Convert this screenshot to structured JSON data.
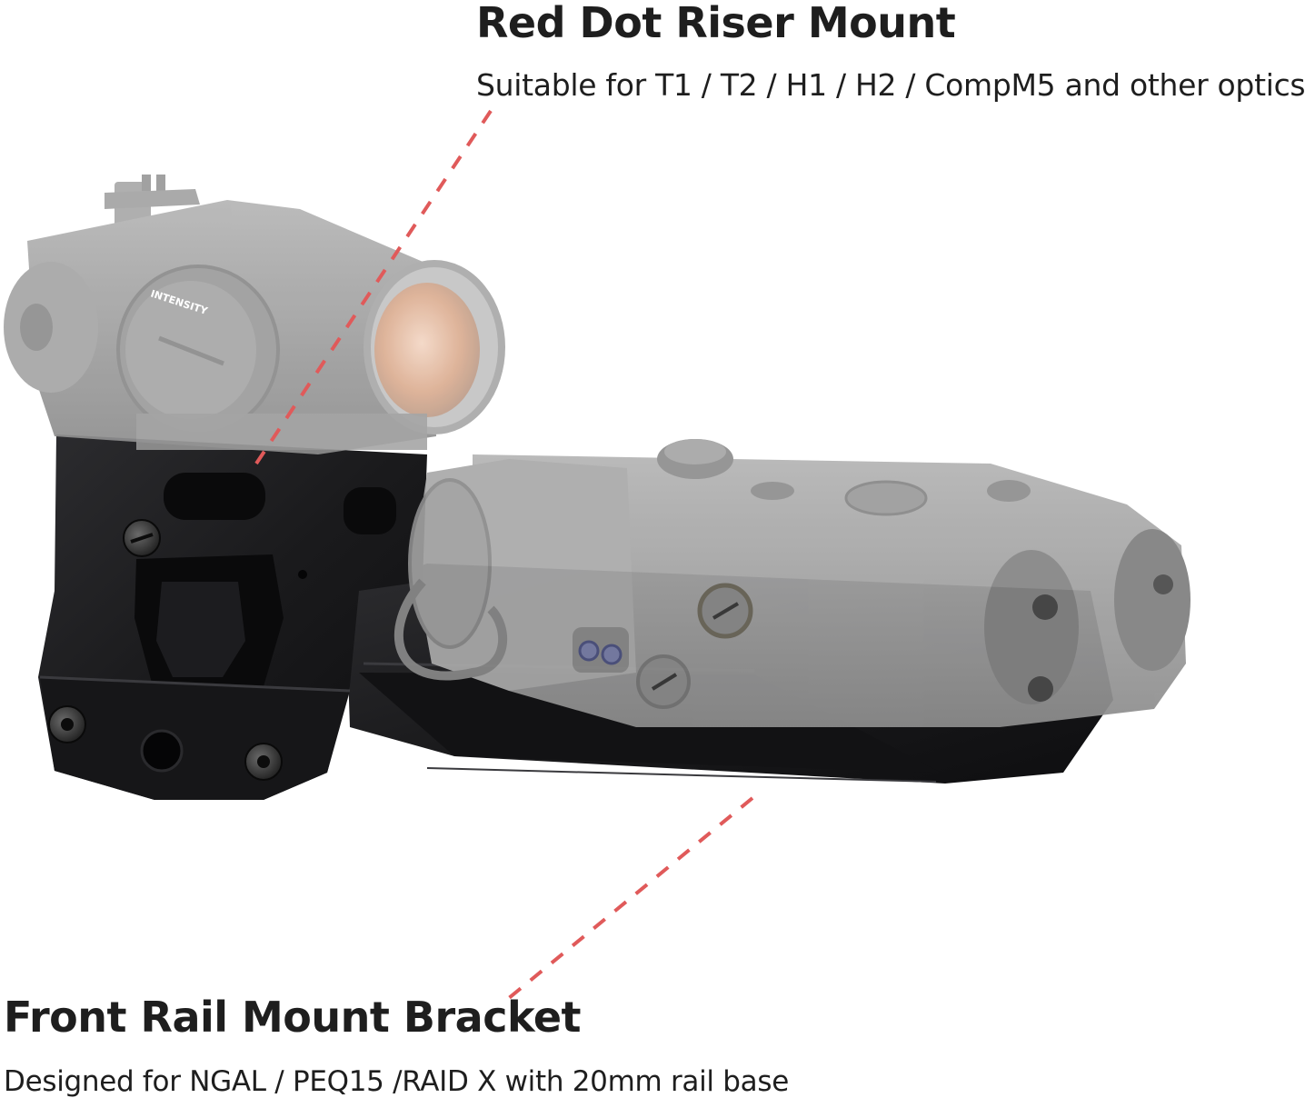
{
  "top_callout": {
    "title": "Red Dot Riser Mount",
    "subtitle": "Suitable for T1 / T2 / H1 / H2 / CompM5 and other optics"
  },
  "bottom_callout": {
    "title": "Front Rail Mount Bracket",
    "subtitle": "Designed for NGAL / PEQ15 /RAID X with 20mm rail base"
  },
  "optic_dial_text": "INTENSITY",
  "colors": {
    "leader_line": "#e05a5a",
    "mount_metal": "#1c1c1e",
    "ghost_device": "#9a9a9a",
    "text": "#1e1e1e"
  }
}
